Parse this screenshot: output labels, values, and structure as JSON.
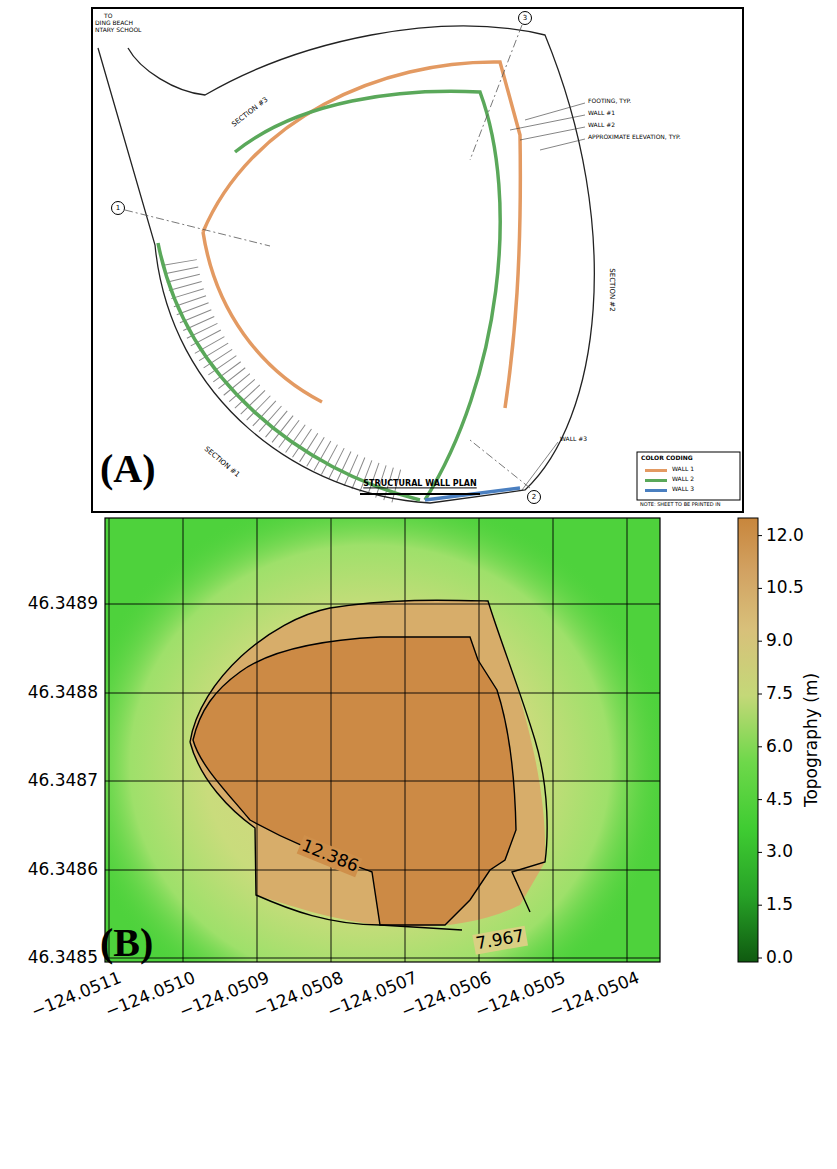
{
  "diagram": {
    "labels": [
      "(A)",
      "TO",
      "DING BEACH",
      "NTARY SCHOOL",
      "SECTION #3",
      "SECTION #2",
      "SECTION #1",
      "FOOTING, TYP.",
      "WALL #1",
      "WALL #2",
      "APPROXIMATE ELEVATION, TYP.",
      "WALL #3",
      "1",
      "2",
      "3",
      "STRUCTURAL WALL PLAN",
      "COLOR CODING",
      "NOTE: SHEET TO BE PRINTED IN",
      "(B)",
      "12.386",
      "7.967",
      "46.3489",
      "46.3488",
      "46.3487",
      "46.3486",
      "46.3485",
      "−124.0511",
      "−124.0510",
      "−124.0509",
      "−124.0508",
      "−124.0507",
      "−124.0506",
      "−124.0505",
      "−124.0504",
      "12.0",
      "10.5",
      "9.0",
      "7.5",
      "6.0",
      "4.5",
      "3.0",
      "1.5",
      "0.0",
      "Topography (m)"
    ],
    "legend": [
      {
        "text": "WALL 1",
        "color": "#e39a62"
      },
      {
        "text": "WALL 2",
        "color": "#5aa85a"
      },
      {
        "text": "WALL 3",
        "color": "#4a7fc0"
      }
    ]
  }
}
